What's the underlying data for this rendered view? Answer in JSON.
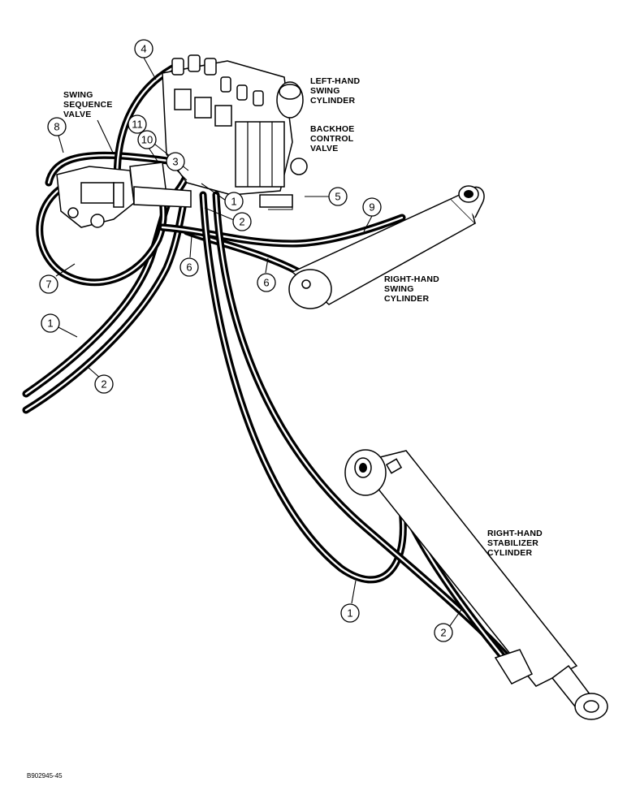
{
  "figure_ref": "B902945-45",
  "labels": {
    "swing_sequence_valve": [
      "SWING",
      "SEQUENCE",
      "VALVE"
    ],
    "left_hand_swing_cylinder": [
      "LEFT-HAND",
      "SWING",
      "CYLINDER"
    ],
    "backhoe_control_valve": [
      "BACKHOE",
      "CONTROL",
      "VALVE"
    ],
    "right_hand_swing_cylinder": [
      "RIGHT-HAND",
      "SWING",
      "CYLINDER"
    ],
    "right_hand_stabilizer_cylinder": [
      "RIGHT-HAND",
      "STABILIZER",
      "CYLINDER"
    ]
  },
  "callouts": [
    {
      "id": "callout-4",
      "num": "4"
    },
    {
      "id": "callout-8",
      "num": "8"
    },
    {
      "id": "callout-11",
      "num": "11"
    },
    {
      "id": "callout-10",
      "num": "10"
    },
    {
      "id": "callout-3",
      "num": "3"
    },
    {
      "id": "callout-1-top",
      "num": "1"
    },
    {
      "id": "callout-2-top",
      "num": "2"
    },
    {
      "id": "callout-5",
      "num": "5"
    },
    {
      "id": "callout-9",
      "num": "9"
    },
    {
      "id": "callout-6-left",
      "num": "6"
    },
    {
      "id": "callout-6-right",
      "num": "6"
    },
    {
      "id": "callout-7",
      "num": "7"
    },
    {
      "id": "callout-1-left",
      "num": "1"
    },
    {
      "id": "callout-2-left",
      "num": "2"
    },
    {
      "id": "callout-1-bottom",
      "num": "1"
    },
    {
      "id": "callout-2-bottom",
      "num": "2"
    }
  ]
}
